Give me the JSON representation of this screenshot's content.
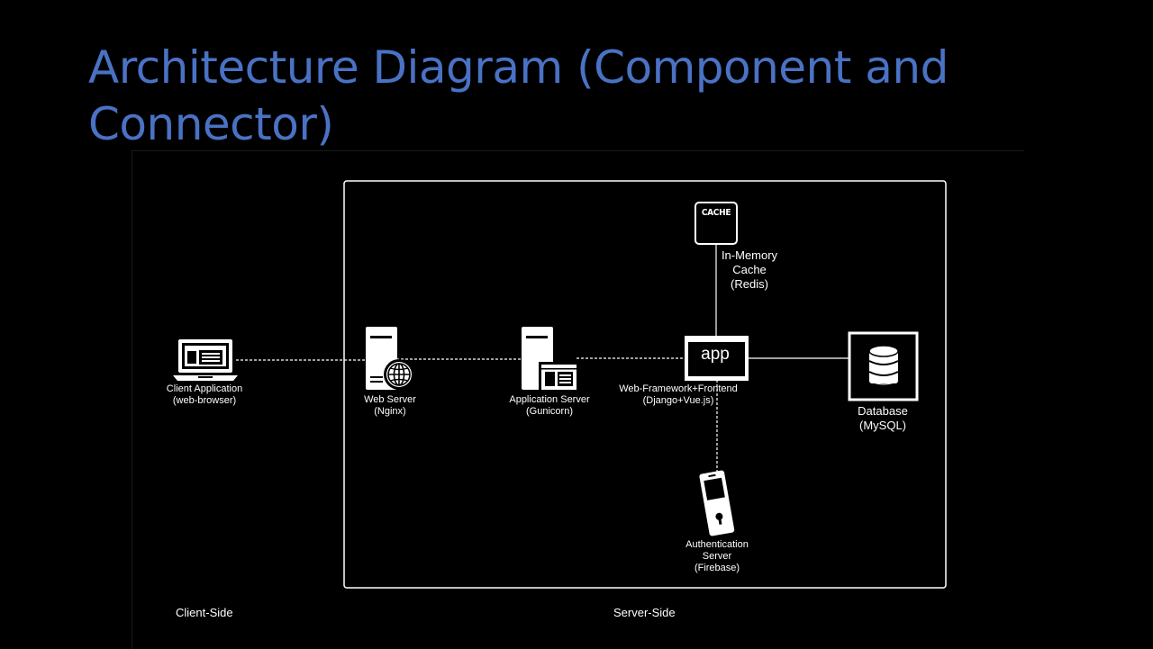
{
  "slide": {
    "title": "Architecture Diagram (Component and Connector)"
  },
  "nodes": {
    "client": {
      "name": "Client Application",
      "detail": "(web-browser)",
      "icon": "laptop-browser-icon"
    },
    "web_server": {
      "name": "Web Server",
      "detail": "(Nginx)",
      "icon": "web-server-globe-icon"
    },
    "app_server": {
      "name": "Application Server",
      "detail": "(Gunicorn)",
      "icon": "application-server-icon"
    },
    "app": {
      "icon_text": "app",
      "name": "Web-Framework+Frontend",
      "detail": "(Django+Vue.js)",
      "icon": "app-window-icon"
    },
    "cache": {
      "icon_text": "CACHE",
      "line1": "In-Memory",
      "line2": "Cache",
      "line3": "(Redis)",
      "icon": "cache-icon"
    },
    "database": {
      "name": "Database",
      "detail": "(MySQL)",
      "icon": "database-icon"
    },
    "auth": {
      "line1": "Authentication",
      "line2": "Server",
      "line3": "(Firebase)",
      "icon": "phone-lock-icon"
    }
  },
  "regions": {
    "client_side": "Client-Side",
    "server_side": "Server-Side"
  },
  "colors": {
    "background": "#000000",
    "title": "#4a72c4",
    "stroke": "#ffffff"
  }
}
